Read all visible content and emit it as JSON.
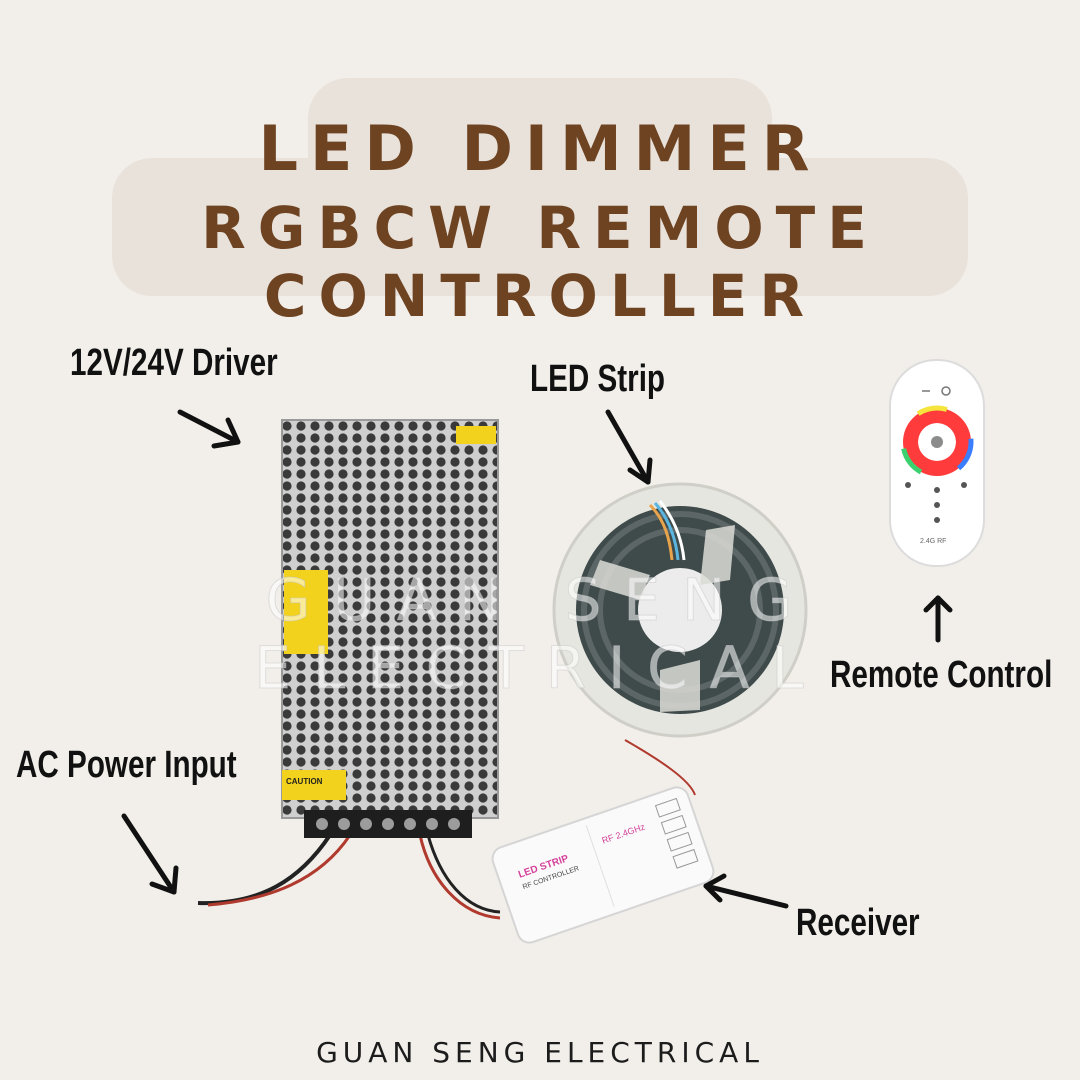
{
  "title": {
    "line1": "LED DIMMER",
    "line2": "RGBCW REMOTE CONTROLLER"
  },
  "labels": {
    "driver": "12V/24V Driver",
    "led_strip": "LED Strip",
    "remote_control": "Remote Control",
    "ac_power_input": "AC Power Input",
    "receiver": "Receiver"
  },
  "device_text": {
    "caution": "CAUTION",
    "receiver_brand_1": "LED STRIP",
    "receiver_brand_2": "RF CONTROLLER",
    "receiver_freq": "RF 2.4GHz",
    "remote_freq": "2.4G RF"
  },
  "watermark": "GUAN SENG ELECTRICAL",
  "footer": "GUAN SENG ELECTRICAL",
  "colors": {
    "title": "#6e4322",
    "title_background": "#e9e2db",
    "page_background": "#f2efea"
  }
}
